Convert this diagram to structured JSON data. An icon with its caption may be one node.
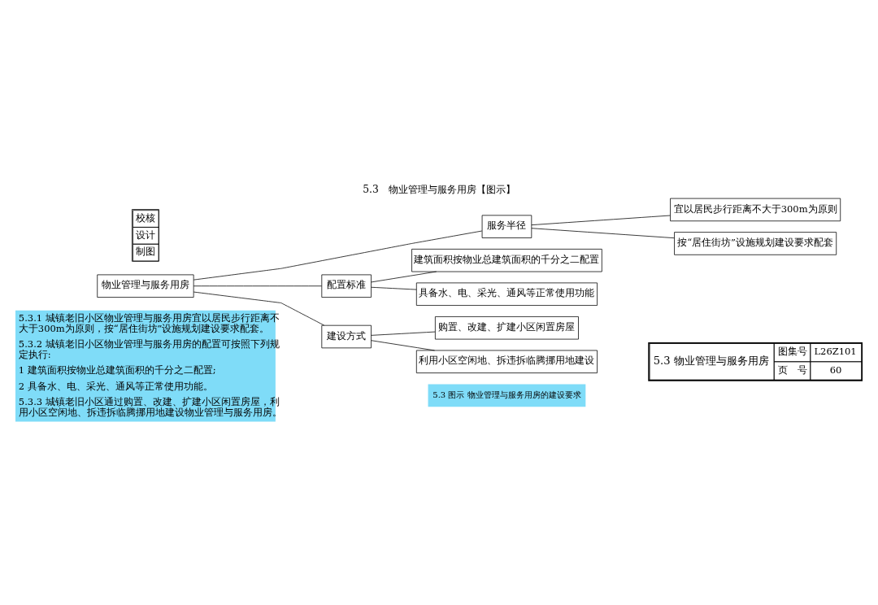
{
  "diagram": {
    "title": "5.3　物业管理与服务用房【图示】",
    "caption": "5.3 图示 物业管理与服务用房的建设要求",
    "nodes": [
      {
        "text": [
          "物业管理与服务用房"
        ]
      },
      {
        "text": [
          "服务半径"
        ]
      },
      {
        "text": [
          "配置标准"
        ]
      },
      {
        "text": [
          "建设方式"
        ]
      },
      {
        "text": [
          "宜以居民步行距离不大于300m为原则"
        ]
      },
      {
        "text": [
          "按“居住街坊”设施规划建设要求配套"
        ]
      },
      {
        "text": [
          "建筑面积按物业总建筑面积的千分之二配置"
        ]
      },
      {
        "text": [
          "具备水、电、采光、通风等正常使用功能"
        ]
      },
      {
        "text": [
          "购置、改建、扩建小区闲置房屋"
        ]
      },
      {
        "text": [
          "利用小区空闲地、拆违拆临腾挪用地建设"
        ]
      }
    ],
    "edges": [
      {
        "from": 0,
        "to": 1,
        "arrow": "none"
      },
      {
        "from": 0,
        "to": 2,
        "arrow": "none"
      },
      {
        "from": 0,
        "to": 3,
        "arrow": "none"
      },
      {
        "from": 1,
        "to": 4,
        "arrow": "none"
      },
      {
        "from": 1,
        "to": 5,
        "arrow": "none"
      },
      {
        "from": 2,
        "to": 6,
        "arrow": "none"
      },
      {
        "from": 2,
        "to": 7,
        "arrow": "none"
      },
      {
        "from": 3,
        "to": 8,
        "arrow": "none"
      },
      {
        "from": 3,
        "to": 9,
        "arrow": "none"
      }
    ],
    "labels": [
      "5.3.1 城镇老旧小区物业管理与服务用房宜以居民步行距离不大于300m为原则，按“居住街坊”设施规划建设要求配套。",
      "5.3.2 城镇老旧小区物业管理与服务用房的配置可按照下列规定执行:",
      "1 建筑面积按物业总建筑面积的千分之二配置;",
      "2 具备水、电、采光、通风等正常使用功能。",
      "5.3.3 城镇老旧小区通过购置、改建、扩建小区闲置房屋，利用小区空闲地、拆违拆临腾挪用地建设物业管理与服务用房。",
      "校核",
      "设计",
      "制图",
      "5.3 物业管理与服务用房",
      "图集号",
      "L26Z101",
      "页　号",
      "60"
    ]
  }
}
